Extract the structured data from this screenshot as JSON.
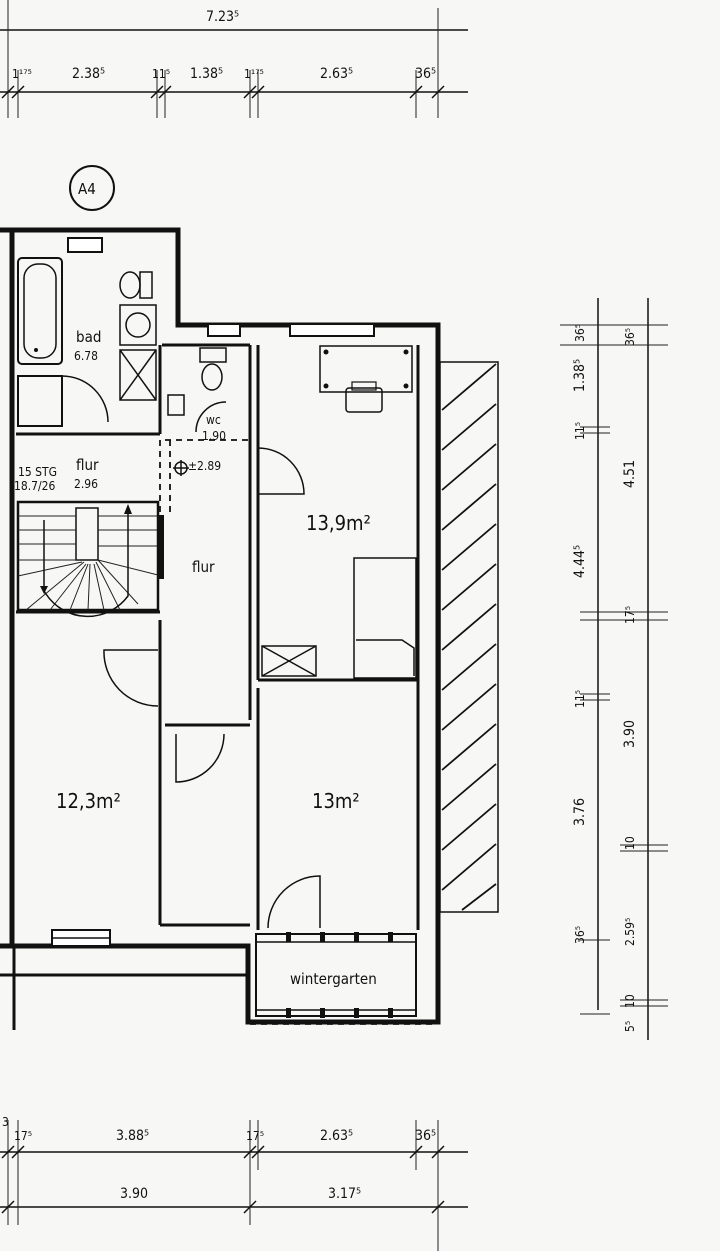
{
  "unit_label": "A4",
  "dimensions": {
    "top_total": "7.23⁵",
    "top_segments": [
      "1¹⁷⁵",
      "2.38⁵",
      "11⁵",
      "1.38⁵",
      "1¹⁷⁵",
      "2.63⁵",
      "36⁵"
    ],
    "right_inner": [
      "36⁵",
      "1.38⁵",
      "11⁵",
      "4.44⁵",
      "11⁵",
      "3.76",
      "36⁵",
      "5⁵"
    ],
    "right_outer": [
      "36⁵",
      "4.51",
      "17⁵",
      "3.90",
      "10",
      "2.59⁵",
      "10"
    ],
    "bottom_segments": [
      "3",
      "17⁵",
      "3.88⁵",
      "17⁵",
      "2.63⁵",
      "36⁵"
    ],
    "bottom_totals": [
      "3.90",
      "3.17⁵"
    ]
  },
  "rooms": {
    "bad": {
      "name": "bad",
      "area": "6.78"
    },
    "wc": {
      "name": "wc",
      "area": "1.90"
    },
    "flur_upper": {
      "name": "flur",
      "area": "2.96"
    },
    "stair": {
      "name": "15 STG",
      "ratio": "18.7/26"
    },
    "level": "±2.89",
    "flur_lower": {
      "name": "flur"
    },
    "room_a": {
      "area": "13,9m²"
    },
    "room_b": {
      "area": "12,3m²"
    },
    "room_c": {
      "area": "13m²"
    },
    "wintergarten": {
      "name": "wintergarten"
    }
  }
}
